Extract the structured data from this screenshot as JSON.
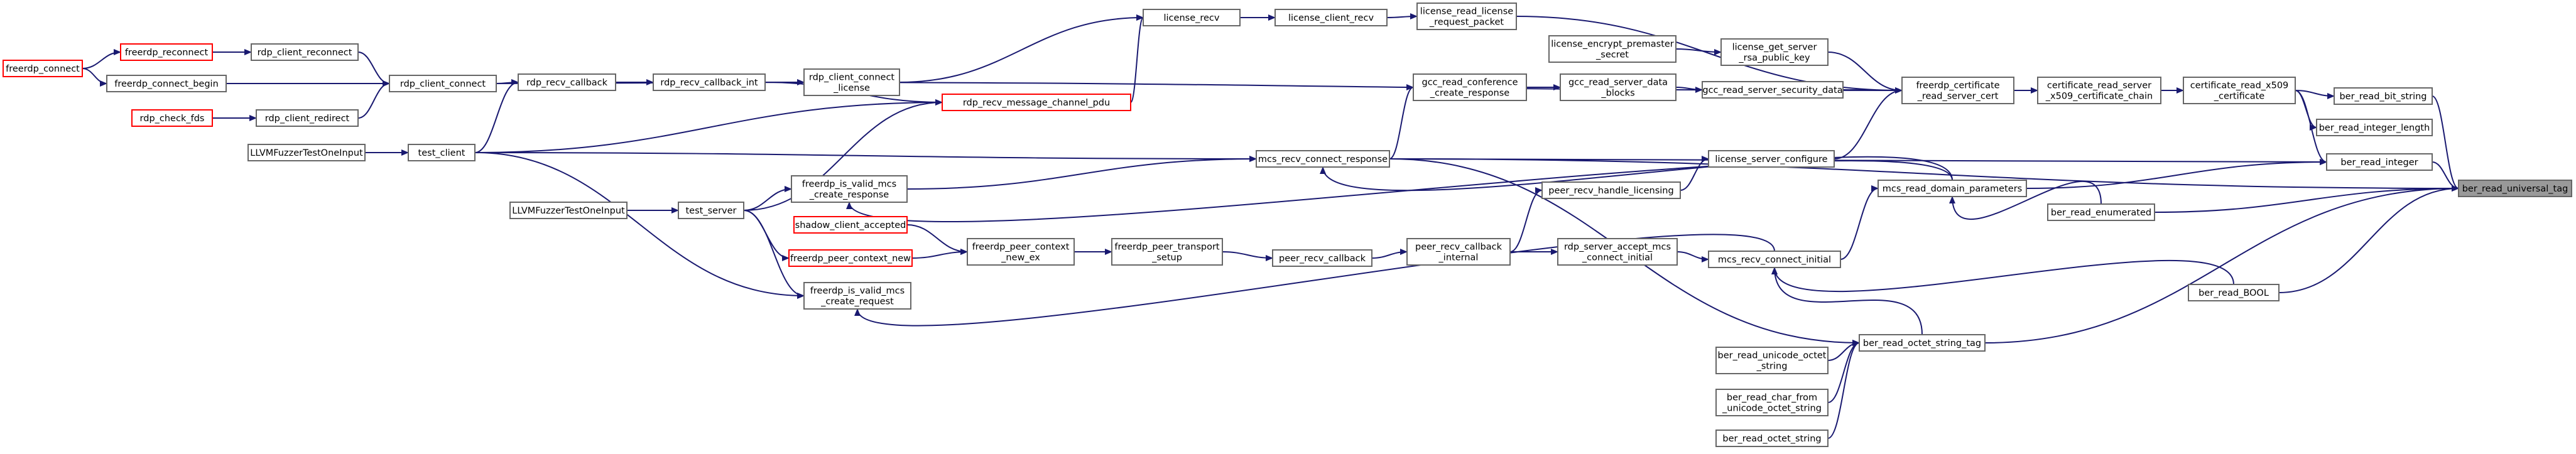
{
  "diagram": {
    "type": "call-graph",
    "focus_node": "ber_read_universal_tag",
    "colors": {
      "edge": "#191970",
      "node_border": "#666666",
      "unresolved_border": "#ff0000",
      "focus_fill": "#999999"
    },
    "nodes": [
      {
        "id": "n1",
        "lines": [
          "ber_read_universal_tag"
        ],
        "style": "focus"
      },
      {
        "id": "n2",
        "lines": [
          "ber_read_bit_string"
        ]
      },
      {
        "id": "n3",
        "lines": [
          "ber_read_integer_length"
        ]
      },
      {
        "id": "n4",
        "lines": [
          "ber_read_integer"
        ]
      },
      {
        "id": "n5",
        "lines": [
          "ber_read_enumerated"
        ]
      },
      {
        "id": "n6",
        "lines": [
          "ber_read_BOOL"
        ]
      },
      {
        "id": "n7",
        "lines": [
          "ber_read_octet_string_tag"
        ]
      },
      {
        "id": "n8",
        "lines": [
          "certificate_read_x509",
          "_certificate"
        ]
      },
      {
        "id": "n9",
        "lines": [
          "certificate_read_server",
          "_x509_certificate_chain"
        ]
      },
      {
        "id": "n10",
        "lines": [
          "freerdp_certificate",
          "_read_server_cert"
        ]
      },
      {
        "id": "n11",
        "lines": [
          "license_read_license",
          "_request_packet"
        ]
      },
      {
        "id": "n12",
        "lines": [
          "license_encrypt_premaster",
          "_secret"
        ]
      },
      {
        "id": "n13",
        "lines": [
          "license_get_server",
          "_rsa_public_key"
        ]
      },
      {
        "id": "n14",
        "lines": [
          "gcc_read_server_security_data"
        ]
      },
      {
        "id": "n15",
        "lines": [
          "license_server_configure"
        ]
      },
      {
        "id": "n16",
        "lines": [
          "mcs_read_domain_parameters"
        ]
      },
      {
        "id": "n17",
        "lines": [
          "mcs_recv_connect_initial"
        ]
      },
      {
        "id": "n18",
        "lines": [
          "ber_read_unicode_octet",
          "_string"
        ]
      },
      {
        "id": "n19",
        "lines": [
          "ber_read_char_from",
          "_unicode_octet_string"
        ]
      },
      {
        "id": "n20",
        "lines": [
          "ber_read_octet_string"
        ]
      },
      {
        "id": "n21",
        "lines": [
          "license_client_recv"
        ]
      },
      {
        "id": "n22",
        "lines": [
          "license_recv"
        ]
      },
      {
        "id": "n23",
        "lines": [
          "rdp_client_connect",
          "_license"
        ]
      },
      {
        "id": "n24",
        "lines": [
          "rdp_recv_callback_int"
        ]
      },
      {
        "id": "n25",
        "lines": [
          "rdp_recv_message_channel_pdu"
        ],
        "style": "unresolved"
      },
      {
        "id": "n26",
        "lines": [
          "rdp_recv_callback"
        ]
      },
      {
        "id": "n27",
        "lines": [
          "rdp_client_connect"
        ]
      },
      {
        "id": "n28",
        "lines": [
          "test_client"
        ]
      },
      {
        "id": "n29",
        "lines": [
          "rdp_client_reconnect"
        ]
      },
      {
        "id": "n30",
        "lines": [
          "rdp_client_redirect"
        ]
      },
      {
        "id": "n31",
        "lines": [
          "freerdp_connect_begin"
        ]
      },
      {
        "id": "n32",
        "lines": [
          "freerdp_reconnect"
        ],
        "style": "unresolved"
      },
      {
        "id": "n33",
        "lines": [
          "freerdp_connect"
        ],
        "style": "unresolved"
      },
      {
        "id": "n34",
        "lines": [
          "rdp_check_fds"
        ],
        "style": "unresolved"
      },
      {
        "id": "n35",
        "lines": [
          "LLVMFuzzerTestOneInput"
        ]
      },
      {
        "id": "n36",
        "lines": [
          "gcc_read_conference",
          "_create_response"
        ]
      },
      {
        "id": "n37",
        "lines": [
          "gcc_read_server_data",
          "_blocks"
        ]
      },
      {
        "id": "n38",
        "lines": [
          "mcs_recv_connect_response"
        ]
      },
      {
        "id": "n39",
        "lines": [
          "freerdp_is_valid_mcs",
          "_create_response"
        ]
      },
      {
        "id": "n40",
        "lines": [
          "test_server"
        ]
      },
      {
        "id": "n41",
        "lines": [
          "LLVMFuzzerTestOneInput"
        ]
      },
      {
        "id": "n42",
        "lines": [
          "peer_recv_handle_licensing"
        ]
      },
      {
        "id": "n43",
        "lines": [
          "shadow_client_accepted"
        ],
        "style": "unresolved"
      },
      {
        "id": "n44",
        "lines": [
          "freerdp_peer_context_new"
        ],
        "style": "unresolved"
      },
      {
        "id": "n45",
        "lines": [
          "freerdp_peer_context",
          "_new_ex"
        ]
      },
      {
        "id": "n46",
        "lines": [
          "freerdp_peer_transport",
          "_setup"
        ]
      },
      {
        "id": "n47",
        "lines": [
          "peer_recv_callback"
        ]
      },
      {
        "id": "n48",
        "lines": [
          "peer_recv_callback",
          "_internal"
        ]
      },
      {
        "id": "n49",
        "lines": [
          "rdp_server_accept_mcs",
          "_connect_initial"
        ]
      },
      {
        "id": "n50",
        "lines": [
          "freerdp_is_valid_mcs",
          "_create_request"
        ]
      }
    ],
    "edges": [
      [
        "n2",
        "n1"
      ],
      [
        "n4",
        "n1"
      ],
      [
        "n5",
        "n1"
      ],
      [
        "n6",
        "n1"
      ],
      [
        "n7",
        "n1"
      ],
      [
        "n38",
        "n1"
      ],
      [
        "n8",
        "n2"
      ],
      [
        "n8",
        "n4"
      ],
      [
        "n16",
        "n4"
      ],
      [
        "n38",
        "n4"
      ],
      [
        "n8",
        "n3"
      ],
      [
        "n9",
        "n8"
      ],
      [
        "n10",
        "n9"
      ],
      [
        "n11",
        "n10"
      ],
      [
        "n13",
        "n10"
      ],
      [
        "n14",
        "n10"
      ],
      [
        "n15",
        "n10"
      ],
      [
        "n24",
        "n10"
      ],
      [
        "n12",
        "n13"
      ],
      [
        "n21",
        "n11"
      ],
      [
        "n22",
        "n21"
      ],
      [
        "n23",
        "n22"
      ],
      [
        "n25",
        "n22"
      ],
      [
        "n27",
        "n23"
      ],
      [
        "n24",
        "n23"
      ],
      [
        "n28",
        "n25"
      ],
      [
        "n24",
        "n25"
      ],
      [
        "n26",
        "n24"
      ],
      [
        "n27",
        "n26"
      ],
      [
        "n28",
        "n26"
      ],
      [
        "n29",
        "n27"
      ],
      [
        "n30",
        "n27"
      ],
      [
        "n31",
        "n27"
      ],
      [
        "n32",
        "n29"
      ],
      [
        "n33",
        "n32"
      ],
      [
        "n33",
        "n31"
      ],
      [
        "n34",
        "n30"
      ],
      [
        "n35",
        "n28"
      ],
      [
        "n37",
        "n14"
      ],
      [
        "n36",
        "n37"
      ],
      [
        "n38",
        "n36"
      ],
      [
        "n28",
        "n38"
      ],
      [
        "n39",
        "n38"
      ],
      [
        "n40",
        "n39"
      ],
      [
        "n41",
        "n40"
      ],
      [
        "n40",
        "n25"
      ],
      [
        "n42",
        "n15"
      ],
      [
        "n48",
        "n42"
      ],
      [
        "n16",
        "n38"
      ],
      [
        "n17",
        "n16"
      ],
      [
        "n16",
        "n39"
      ],
      [
        "n7",
        "n17"
      ],
      [
        "n6",
        "n17"
      ],
      [
        "n5",
        "n16"
      ],
      [
        "n49",
        "n17"
      ],
      [
        "n48",
        "n49"
      ],
      [
        "n47",
        "n48"
      ],
      [
        "n46",
        "n47"
      ],
      [
        "n45",
        "n46"
      ],
      [
        "n43",
        "n45"
      ],
      [
        "n44",
        "n45"
      ],
      [
        "n40",
        "n44"
      ],
      [
        "n40",
        "n50"
      ],
      [
        "n28",
        "n50"
      ],
      [
        "n17",
        "n50"
      ],
      [
        "n18",
        "n7"
      ],
      [
        "n19",
        "n7"
      ],
      [
        "n20",
        "n7"
      ],
      [
        "n38",
        "n7"
      ]
    ]
  }
}
